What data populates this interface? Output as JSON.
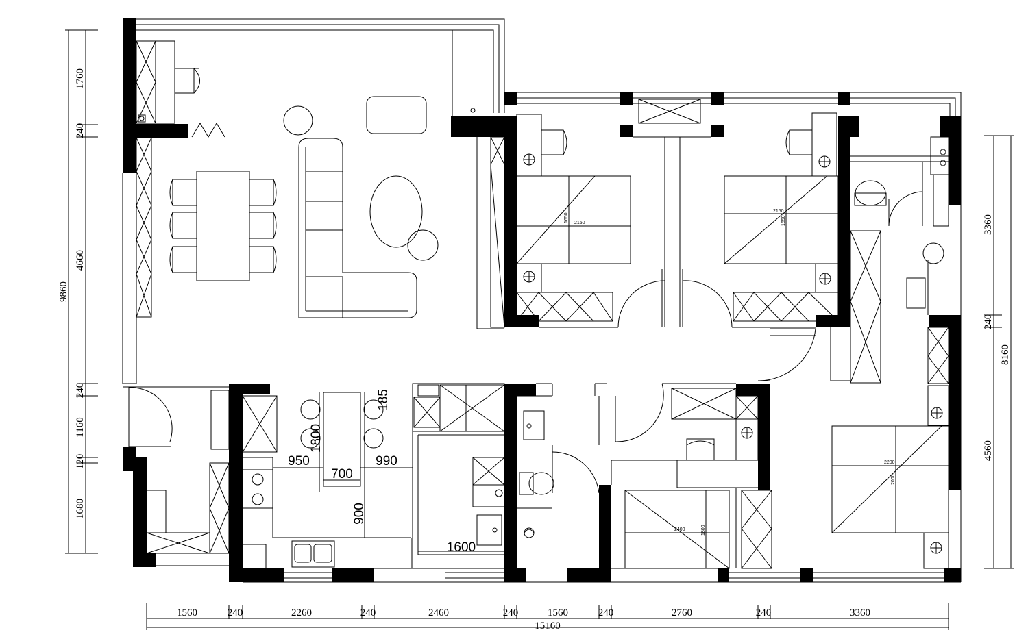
{
  "bottom_dims": {
    "segments": [
      "1560",
      "240",
      "2260",
      "240",
      "2460",
      "240",
      "1560",
      "240",
      "2760",
      "240",
      "3360"
    ],
    "total": "15160"
  },
  "left_dims": {
    "segments": [
      "1760",
      "240",
      "4660",
      "240",
      "1160",
      "120",
      "1680"
    ],
    "total": "9860"
  },
  "right_dims": {
    "segments": [
      "3360",
      "240",
      "4560"
    ],
    "total": "8160"
  },
  "kitchen_dims": {
    "d185": "185",
    "d1800": "1800",
    "d950": "950",
    "d700": "700",
    "d990": "990",
    "d900": "900",
    "d1600": "1600"
  },
  "bed_labels": {
    "bed1_w": "2150",
    "bed1_h": "1650",
    "bed2_w": "2150",
    "bed2_h": "1650",
    "bed3_w": "2400",
    "bed3_h": "1800",
    "bed4_w": "2200",
    "bed4_h": "2000"
  }
}
